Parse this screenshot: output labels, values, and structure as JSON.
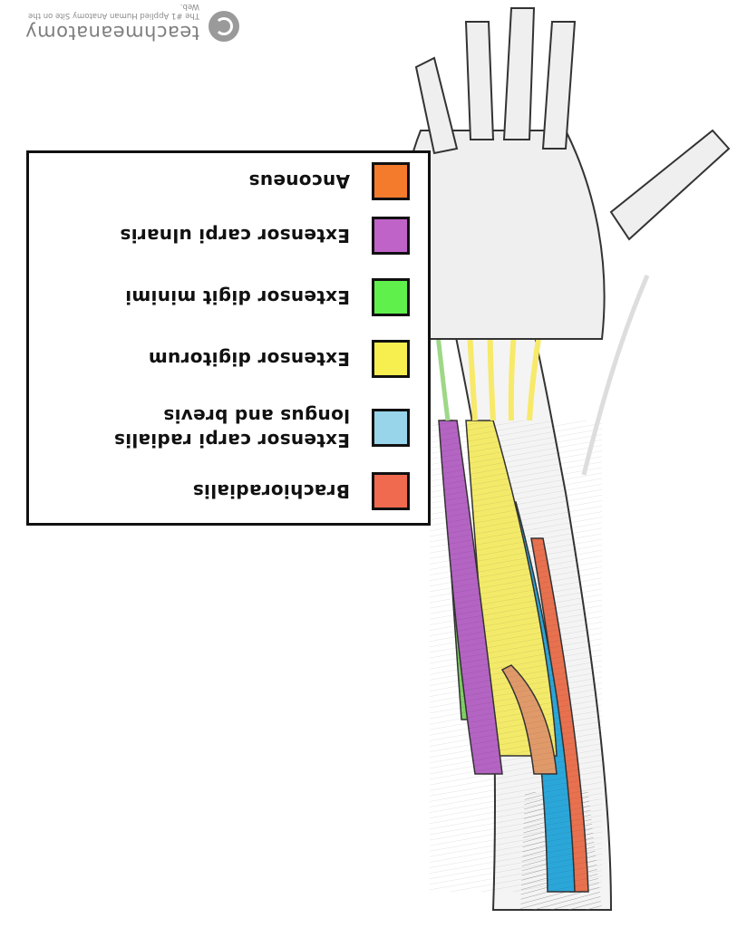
{
  "legend": {
    "items": [
      {
        "label": "Brachioradialis",
        "color": "#ef6a4f"
      },
      {
        "label": "Extensor carpi radialis longus and brevis",
        "color": "#98d4ea"
      },
      {
        "label": "Extensor digitorum",
        "color": "#f7ee4f"
      },
      {
        "label": "Extensor digit minimi",
        "color": "#5ff04c"
      },
      {
        "label": "Extensor carpi ulnaris",
        "color": "#c063c8"
      },
      {
        "label": "Anconeus",
        "color": "#f47a2c"
      }
    ]
  },
  "branding": {
    "name": "teachmeanatomy",
    "tagline": "The #1 Applied Human Anatomy Site on the Web.",
    "icon": "copyright-logo-icon"
  },
  "orientation": "upside-down"
}
